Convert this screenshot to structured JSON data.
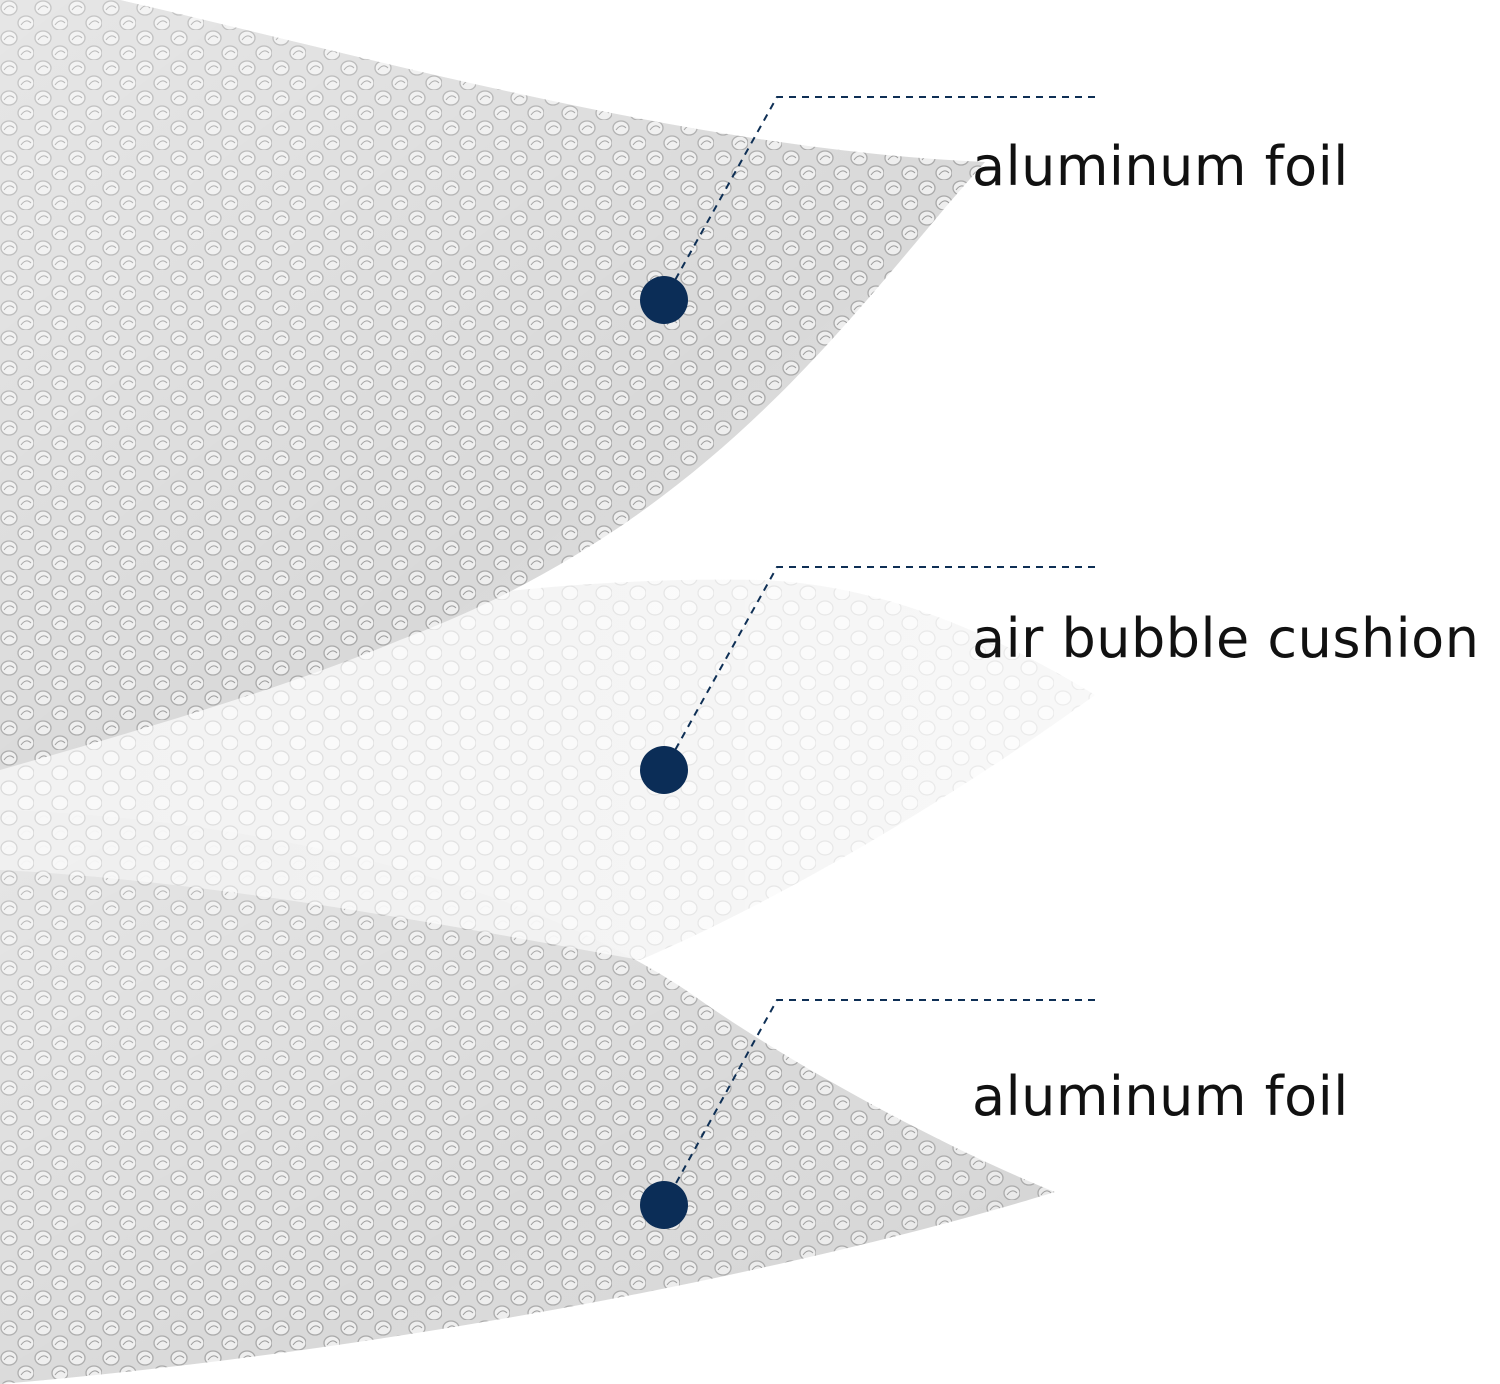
{
  "colors": {
    "background": "#ffffff",
    "foil_base": "#d9d9d9",
    "foil_bubble_highlight": "#f4f4f4",
    "foil_bubble_shadow": "#a8a8a8",
    "cushion_base": "#eeeeee",
    "cushion_bubble_highlight": "#fafafa",
    "cushion_bubble_shadow": "#d2d2d2",
    "leader_line": "#0e2f55",
    "marker_dot": "#0b2d57",
    "label_text": "#111111"
  },
  "layers": [
    {
      "id": "top",
      "material": "foil",
      "label": "aluminum foil"
    },
    {
      "id": "middle",
      "material": "cushion",
      "label": "air bubble cushion"
    },
    {
      "id": "bottom",
      "material": "foil",
      "label": "aluminum foil"
    }
  ]
}
